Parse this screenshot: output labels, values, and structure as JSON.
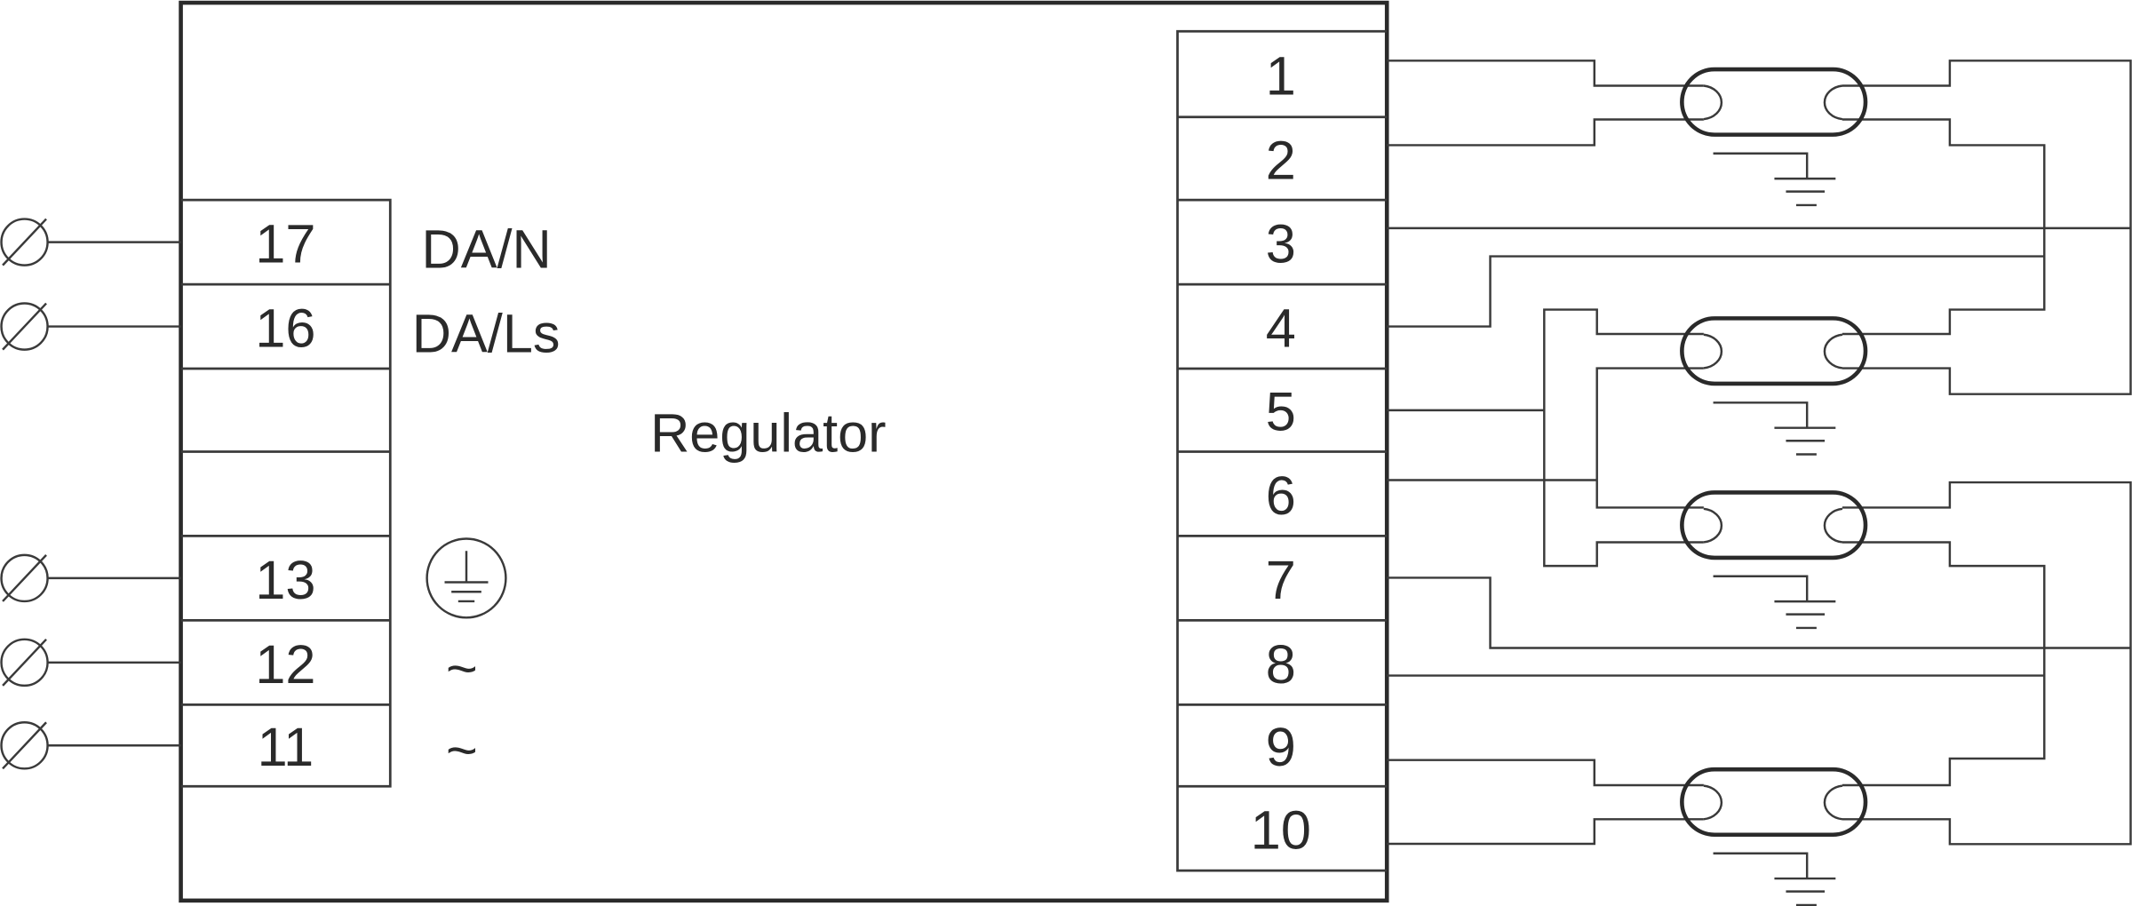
{
  "title": "Regulator",
  "left_terminals": [
    "17",
    "16",
    "",
    "",
    "13",
    "12",
    "11"
  ],
  "left_labels": {
    "t17": "DA/N",
    "t16": "DA/Ls",
    "t12": "~",
    "t11": "~"
  },
  "right_terminals": [
    "1",
    "2",
    "3",
    "4",
    "5",
    "6",
    "7",
    "8",
    "9",
    "10"
  ],
  "icons": {
    "input": "circle-slash-terminal",
    "earth": "protective-earth-icon",
    "lamp": "fluorescent-lamp",
    "ground": "ground-icon"
  },
  "colors": {
    "line": "#3a3a3a",
    "background": "#ffffff"
  }
}
